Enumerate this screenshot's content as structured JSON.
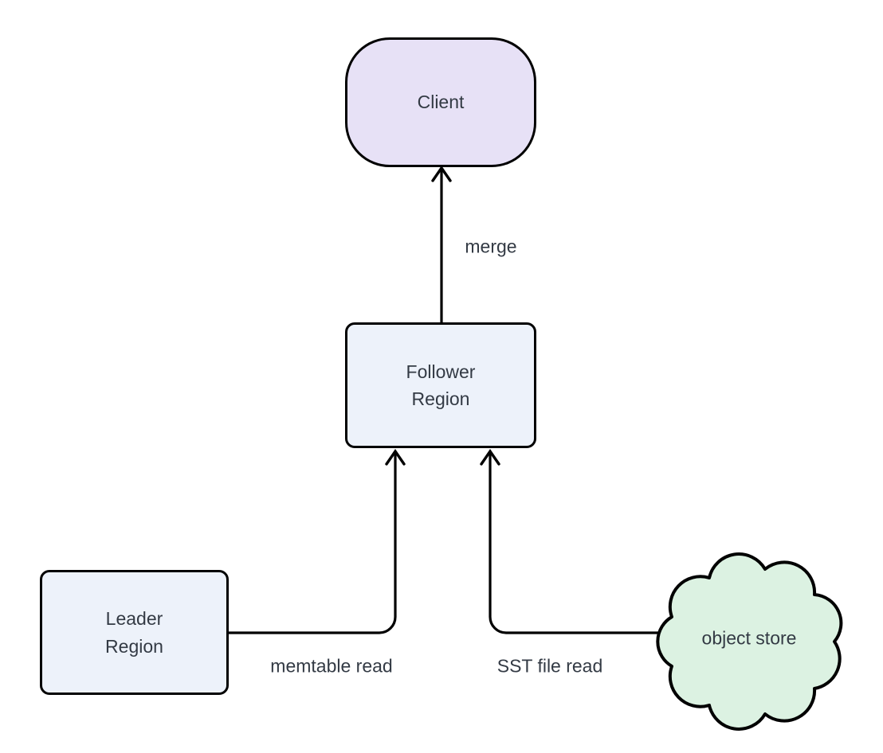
{
  "diagram": {
    "type": "flowchart",
    "nodes": {
      "client": {
        "label": "Client",
        "shape": "rounded-pill"
      },
      "follower": {
        "label": "Follower\nRegion",
        "shape": "rectangle"
      },
      "leader": {
        "label": "Leader\nRegion",
        "shape": "rectangle"
      },
      "object_store": {
        "label": "object store",
        "shape": "cloud"
      }
    },
    "edges": [
      {
        "from": "follower",
        "to": "client",
        "label": "merge"
      },
      {
        "from": "leader",
        "to": "follower",
        "label": "memtable read"
      },
      {
        "from": "object_store",
        "to": "follower",
        "label": "SST file read"
      }
    ]
  },
  "colors": {
    "canvas_bg": "#ffffff",
    "stroke": "#000000",
    "text": "#333a44",
    "client_fill": "#e7e1f6",
    "region_fill": "#edf2fa",
    "cloud_fill": "#dcf2e2"
  }
}
